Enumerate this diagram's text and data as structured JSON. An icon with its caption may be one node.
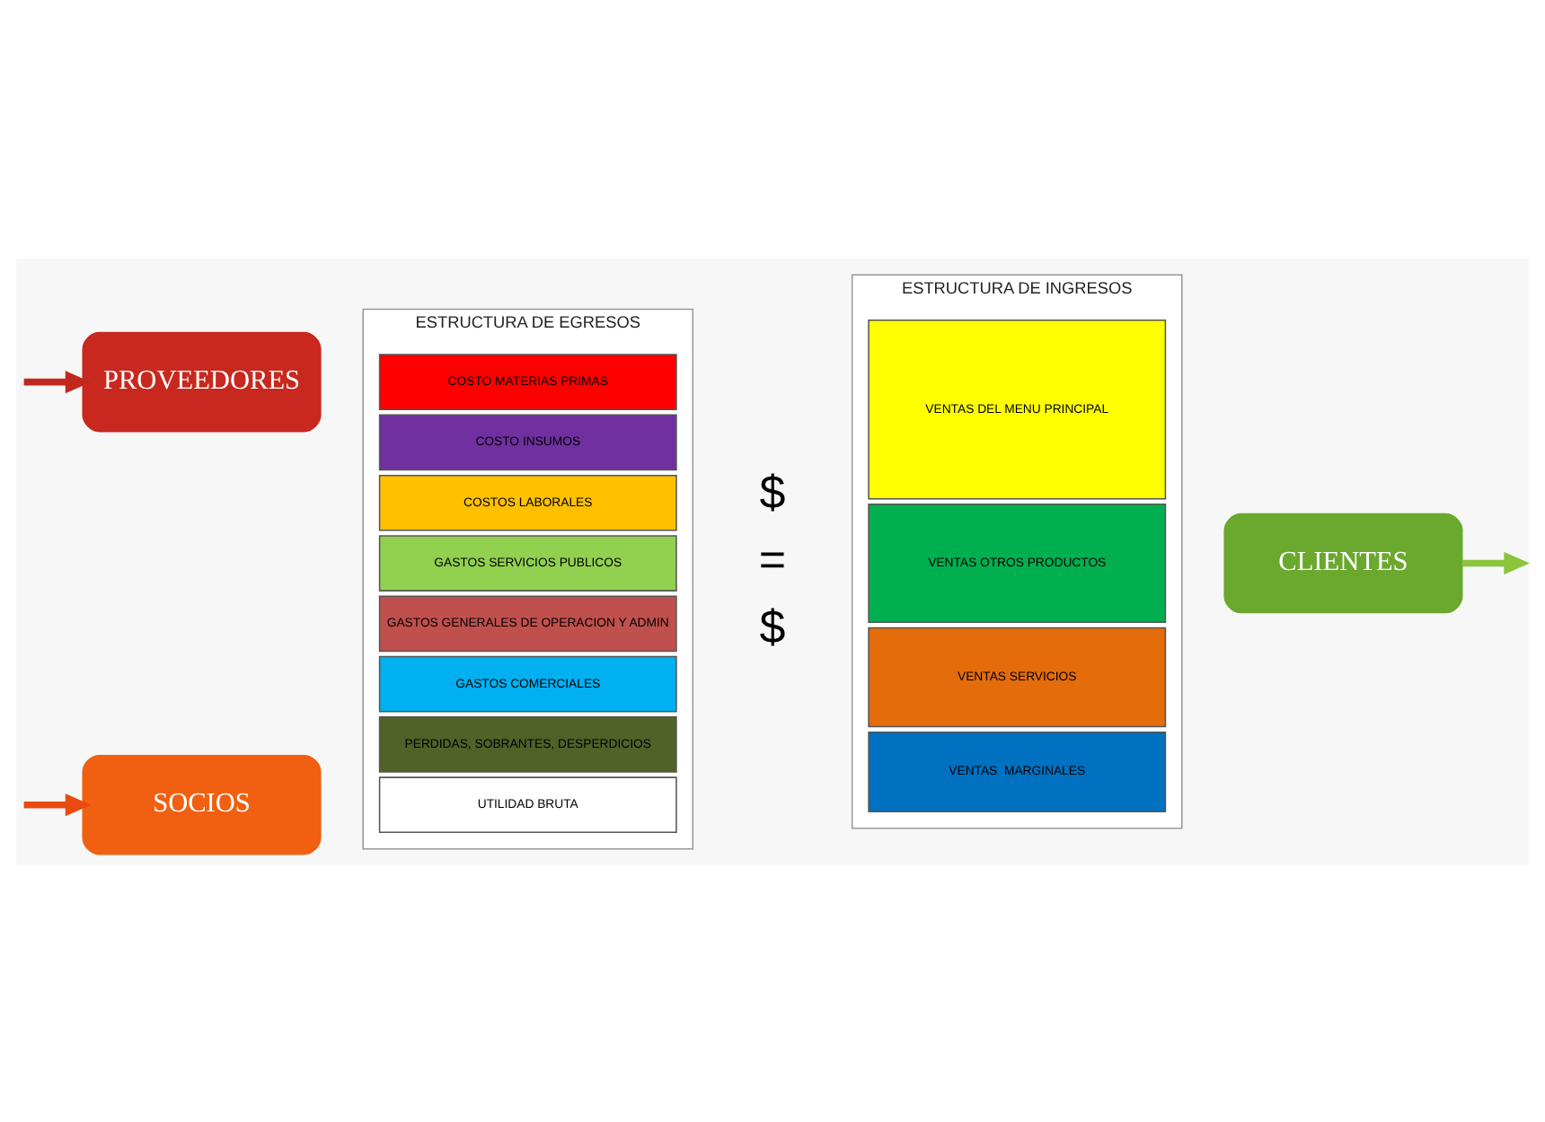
{
  "diagram": {
    "nodes": [
      {
        "text": [
          "PROVEEDORES"
        ]
      },
      {
        "text": [
          "ESTRUCTURA DE EGRESOS"
        ]
      },
      {
        "text": [
          "COSTO MATERIAS PRIMAS"
        ],
        "in": 1
      },
      {
        "text": [
          "COSTO INSUMOS"
        ],
        "in": 1
      },
      {
        "text": [
          "COSTOS LABORALES"
        ],
        "in": 1
      },
      {
        "text": [
          "GASTOS SERVICIOS PUBLICOS"
        ],
        "in": 1
      },
      {
        "text": [
          "GASTOS GENERALES DE OPERACION Y ADMIN"
        ],
        "in": 1
      },
      {
        "text": [
          "GASTOS COMERCIALES"
        ],
        "in": 1
      },
      {
        "text": [
          "PERDIDAS, SOBRANTES, DESPERDICIOS"
        ],
        "in": 1
      },
      {
        "text": [
          "UTILIDAD BRUTA"
        ],
        "in": 1
      },
      {
        "text": [
          "ESTRUCTURA DE INGRESOS"
        ]
      },
      {
        "text": [
          "VENTAS DEL MENU PRINCIPAL"
        ],
        "in": 10
      },
      {
        "text": [
          "VENTAS OTROS PRODUCTOS"
        ],
        "in": 10
      },
      {
        "text": [
          "VENTAS SERVICIOS"
        ],
        "in": 10
      },
      {
        "text": [
          "VENTAS  MARGINALES"
        ],
        "in": 10
      },
      {
        "text": [
          "CLIENTES"
        ]
      },
      {
        "text": [
          "SOCIOS"
        ]
      }
    ],
    "edges": [
      {
        "from": null,
        "to": 0,
        "arrow": "to",
        "color": "#c0281e"
      },
      {
        "from": null,
        "to": 16,
        "arrow": "to",
        "color": "#e84a10"
      },
      {
        "from": 15,
        "to": null,
        "arrow": "to",
        "color": "#8cc43c"
      }
    ],
    "labels": [
      "$",
      "=",
      "$"
    ]
  }
}
